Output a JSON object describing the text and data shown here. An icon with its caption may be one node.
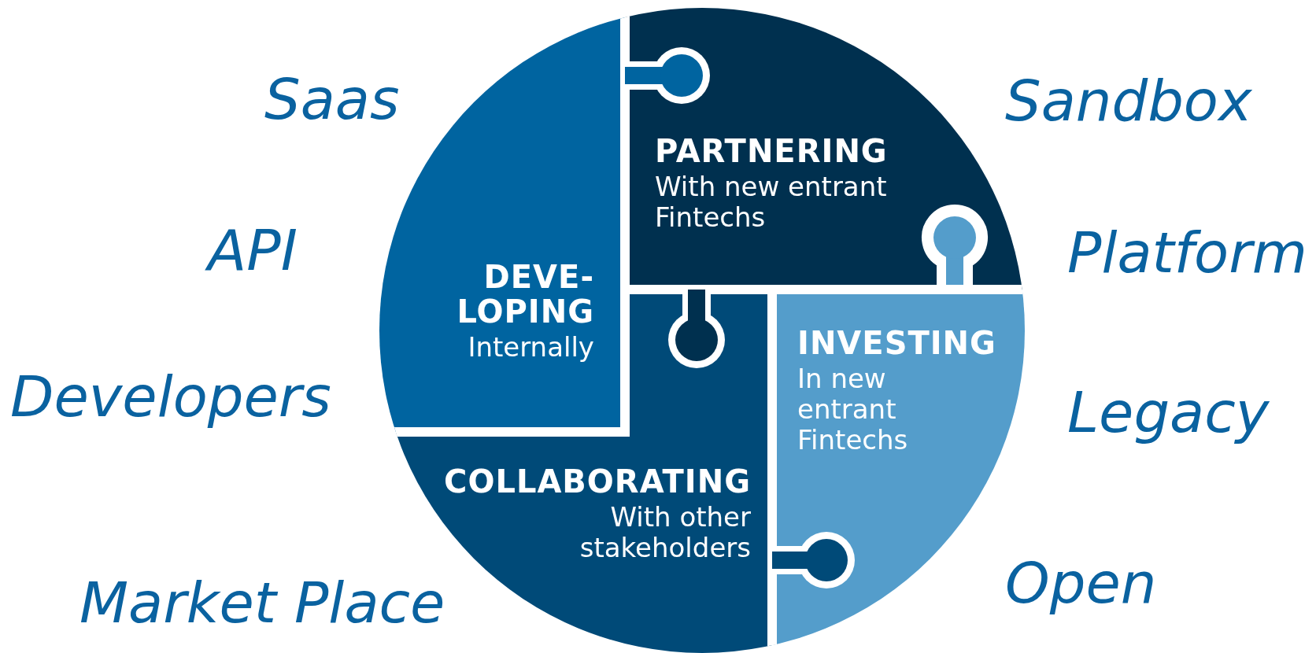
{
  "diagram": {
    "nodes": [
      {
        "text": [
          "PARTNERING",
          "With new entrant Fintechs"
        ]
      },
      {
        "text": [
          "DEVE- LOPING",
          "Internally"
        ]
      },
      {
        "text": [
          "INVESTING",
          "In new entrant Fintechs"
        ]
      },
      {
        "text": [
          "COLLABORATING",
          "With other stakeholders"
        ]
      }
    ],
    "edges": [],
    "labels": [
      "Saas",
      "Sandbox",
      "API",
      "Platform",
      "Developers",
      "Legacy",
      "Market Place",
      "Open"
    ]
  }
}
